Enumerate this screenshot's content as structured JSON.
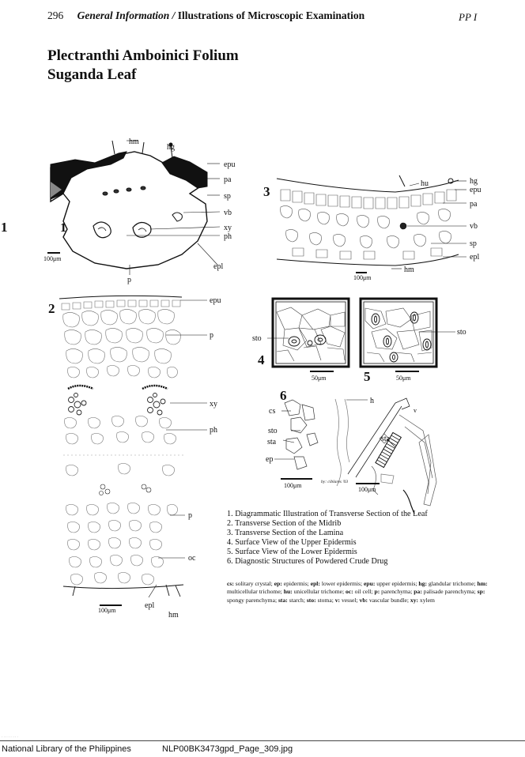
{
  "header": {
    "page_number": "296",
    "section": "General Information /",
    "subsection": "Illustrations of Microscopic Examination",
    "code": "PP I"
  },
  "title": {
    "line1": "Plectranthi Amboinici Folium",
    "line2": "Suganda Leaf"
  },
  "figures": {
    "fig1": {
      "number": "1",
      "labels": {
        "hm": "hm",
        "hg": "hg",
        "epu": "epu",
        "pa": "pa",
        "sp": "sp",
        "vb": "vb",
        "xy": "xy",
        "ph": "ph",
        "epl": "epl",
        "p": "p"
      },
      "scale": "100μm"
    },
    "fig2": {
      "number": "2",
      "labels": {
        "epu": "epu",
        "p": "p",
        "xy": "xy",
        "ph": "ph",
        "p2": "p",
        "oc": "oc",
        "epl": "epl",
        "hm": "hm"
      },
      "scale": "100μm"
    },
    "fig3": {
      "number": "3",
      "labels": {
        "hu": "hu",
        "hg": "hg",
        "epu": "epu",
        "pa": "pa",
        "vb": "vb",
        "sp": "sp",
        "epl": "epl",
        "hm": "hm"
      },
      "scale": "100μm"
    },
    "fig4": {
      "number": "4",
      "labels": {
        "sto": "sto"
      },
      "scale": "50μm"
    },
    "fig5": {
      "number": "5",
      "labels": {
        "sto": "sto"
      },
      "scale": "50μm"
    },
    "fig6": {
      "number": "6",
      "labels": {
        "h": "h",
        "cs": "cs",
        "sto": "sto",
        "sta": "sta",
        "sta2": "sta",
        "ep": "ep",
        "v": "v"
      },
      "scale1": "100μm",
      "scale2": "100μm",
      "credit": "by: ciblares '03"
    }
  },
  "captions": [
    "1. Diagrammatic Illustration of Transverse Section of the Leaf",
    "2. Transverse Section of  the Midrib",
    "3. Transverse Section of  the Lamina",
    "4. Surface View of the Upper Epidermis",
    "5. Surface View of the Lower Epidermis",
    "6. Diagnostic Structures of  Powdered Crude Drug"
  ],
  "legend": [
    {
      "abbr": "cs:",
      "def": "solitary crystal;"
    },
    {
      "abbr": "ep:",
      "def": "epidermis;"
    },
    {
      "abbr": "epl:",
      "def": "lower epidermis;"
    },
    {
      "abbr": "epu:",
      "def": "upper epidermis;"
    },
    {
      "abbr": "hg:",
      "def": "glandular trichome;"
    },
    {
      "abbr": "hm:",
      "def": "multicellular trichome;"
    },
    {
      "abbr": "hu:",
      "def": "unicellular trichome;"
    },
    {
      "abbr": "oc:",
      "def": "oil cell;"
    },
    {
      "abbr": "p:",
      "def": "parenchyma;"
    },
    {
      "abbr": "pa:",
      "def": "palisade parenchyma;"
    },
    {
      "abbr": "sp:",
      "def": "spongy parenchyma;"
    },
    {
      "abbr": "sta:",
      "def": "starch;"
    },
    {
      "abbr": "sto:",
      "def": "stoma;"
    },
    {
      "abbr": "v:",
      "def": "vessel;"
    },
    {
      "abbr": "vb:",
      "def": "vascular bundle;"
    },
    {
      "abbr": "xy:",
      "def": "xylem"
    }
  ],
  "footer": {
    "library": "National Library of the Philippines",
    "file": "NLP00BK3473gpd_Page_309.jpg"
  }
}
